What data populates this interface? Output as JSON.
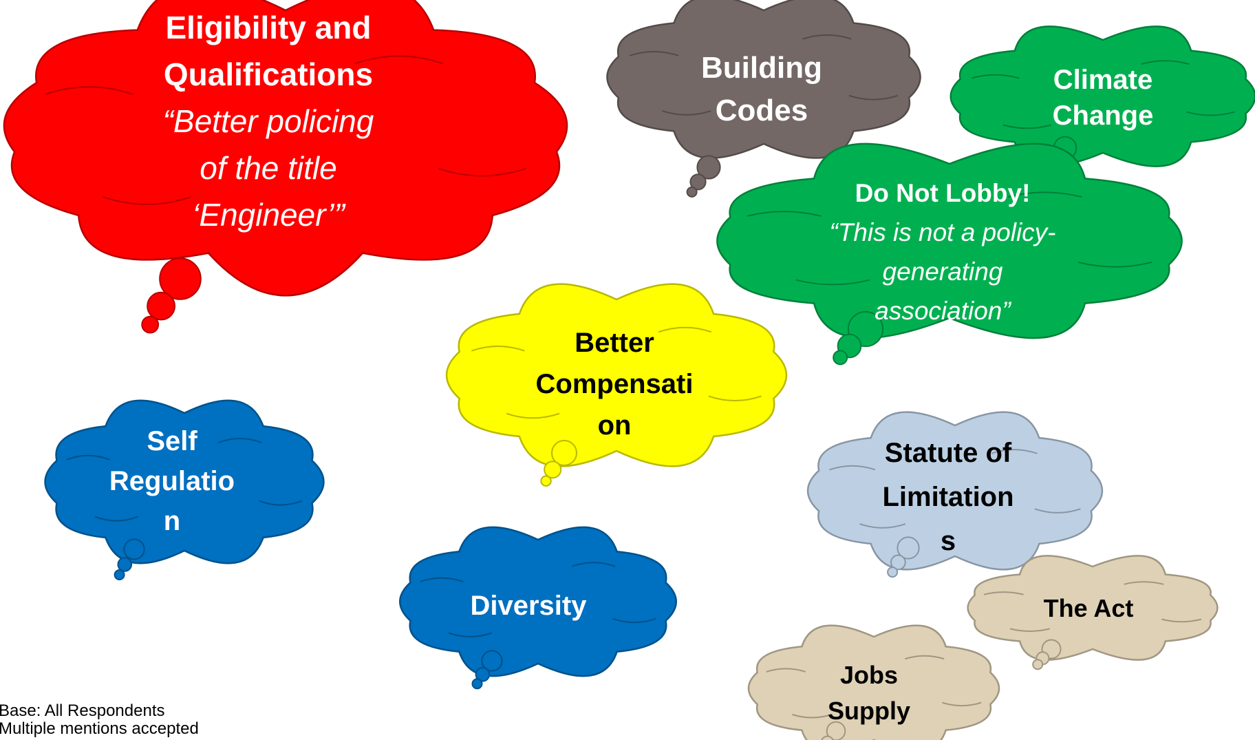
{
  "clouds": [
    {
      "id": "eligibility",
      "fill": "#ff0000",
      "text_color": "#ffffff",
      "lines": [
        {
          "text": "Eligibility and",
          "quote": false
        },
        {
          "text": "Qualifications",
          "quote": false
        },
        {
          "text": "“Better policing",
          "quote": true
        },
        {
          "text": "of the title",
          "quote": true
        },
        {
          "text": "‘Engineer’”",
          "quote": true
        }
      ]
    },
    {
      "id": "building-codes",
      "fill": "#736866",
      "text_color": "#ffffff",
      "lines": [
        {
          "text": "Building",
          "quote": false
        },
        {
          "text": "Codes",
          "quote": false
        }
      ]
    },
    {
      "id": "climate-change",
      "fill": "#00b050",
      "text_color": "#ffffff",
      "lines": [
        {
          "text": "Climate",
          "quote": false
        },
        {
          "text": "Change",
          "quote": false
        }
      ]
    },
    {
      "id": "do-not-lobby",
      "fill": "#00b050",
      "text_color": "#ffffff",
      "lines": [
        {
          "text": "Do Not Lobby!",
          "quote": false
        },
        {
          "text": "“This is not a policy-",
          "quote": true
        },
        {
          "text": "generating",
          "quote": true
        },
        {
          "text": "association”",
          "quote": true
        }
      ]
    },
    {
      "id": "better-compensation",
      "fill": "#ffff00",
      "text_color": "#000000",
      "lines": [
        {
          "text": "Better",
          "quote": false
        },
        {
          "text": "Compensati",
          "quote": false
        },
        {
          "text": "on",
          "quote": false
        }
      ]
    },
    {
      "id": "self-regulation",
      "fill": "#0070c0",
      "text_color": "#ffffff",
      "lines": [
        {
          "text": "Self",
          "quote": false
        },
        {
          "text": "Regulatio",
          "quote": false
        },
        {
          "text": "n",
          "quote": false
        }
      ]
    },
    {
      "id": "statute-of-limitations",
      "fill": "#bdd0e3",
      "text_color": "#000000",
      "lines": [
        {
          "text": "Statute of",
          "quote": false
        },
        {
          "text": "Limitation",
          "quote": false
        },
        {
          "text": "s",
          "quote": false
        }
      ]
    },
    {
      "id": "diversity",
      "fill": "#0070c0",
      "text_color": "#ffffff",
      "lines": [
        {
          "text": "Diversity",
          "quote": false
        }
      ]
    },
    {
      "id": "the-act",
      "fill": "#ded1b5",
      "text_color": "#000000",
      "lines": [
        {
          "text": "The Act",
          "quote": false
        }
      ]
    },
    {
      "id": "jobs-supply",
      "fill": "#ded1b5",
      "text_color": "#000000",
      "lines": [
        {
          "text": "Jobs",
          "quote": false
        },
        {
          "text": "Supply",
          "quote": false
        }
      ]
    }
  ],
  "footnote": {
    "line1": "Base:  All Respondents",
    "line2": "Multiple mentions accepted"
  }
}
